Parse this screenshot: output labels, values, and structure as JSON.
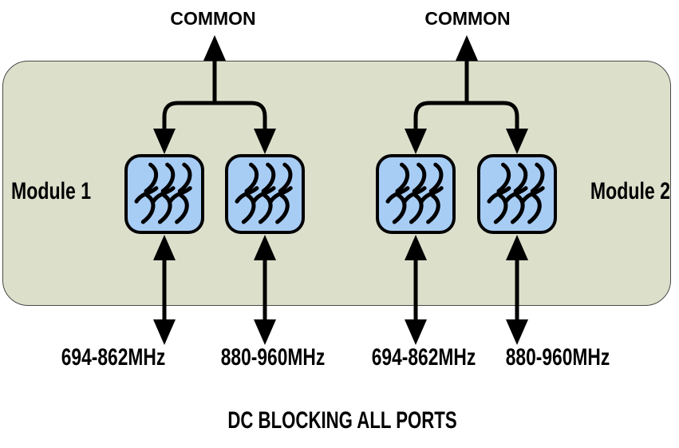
{
  "diagram": {
    "common_ports": [
      {
        "label": "COMMON"
      },
      {
        "label": "COMMON"
      }
    ],
    "modules": [
      {
        "label": "Module 1"
      },
      {
        "label": "Module 2"
      }
    ],
    "band_ports": [
      {
        "label": "694-862MHz"
      },
      {
        "label": "880-960MHz"
      },
      {
        "label": "694-862MHz"
      },
      {
        "label": "880-960MHz"
      }
    ],
    "footer": "DC BLOCKING ALL PORTS",
    "icons": {
      "filter_icon": "filter-squiggle-symbol",
      "filter_icon_count": 4
    },
    "colors": {
      "background": "#ffffff",
      "panel_fill": "#dce0cb",
      "panel_border": "#4a4a4a",
      "filter_fill": "#a8cdf5",
      "filter_border": "#000000",
      "arrow": "#000000",
      "text": "#000000"
    }
  }
}
